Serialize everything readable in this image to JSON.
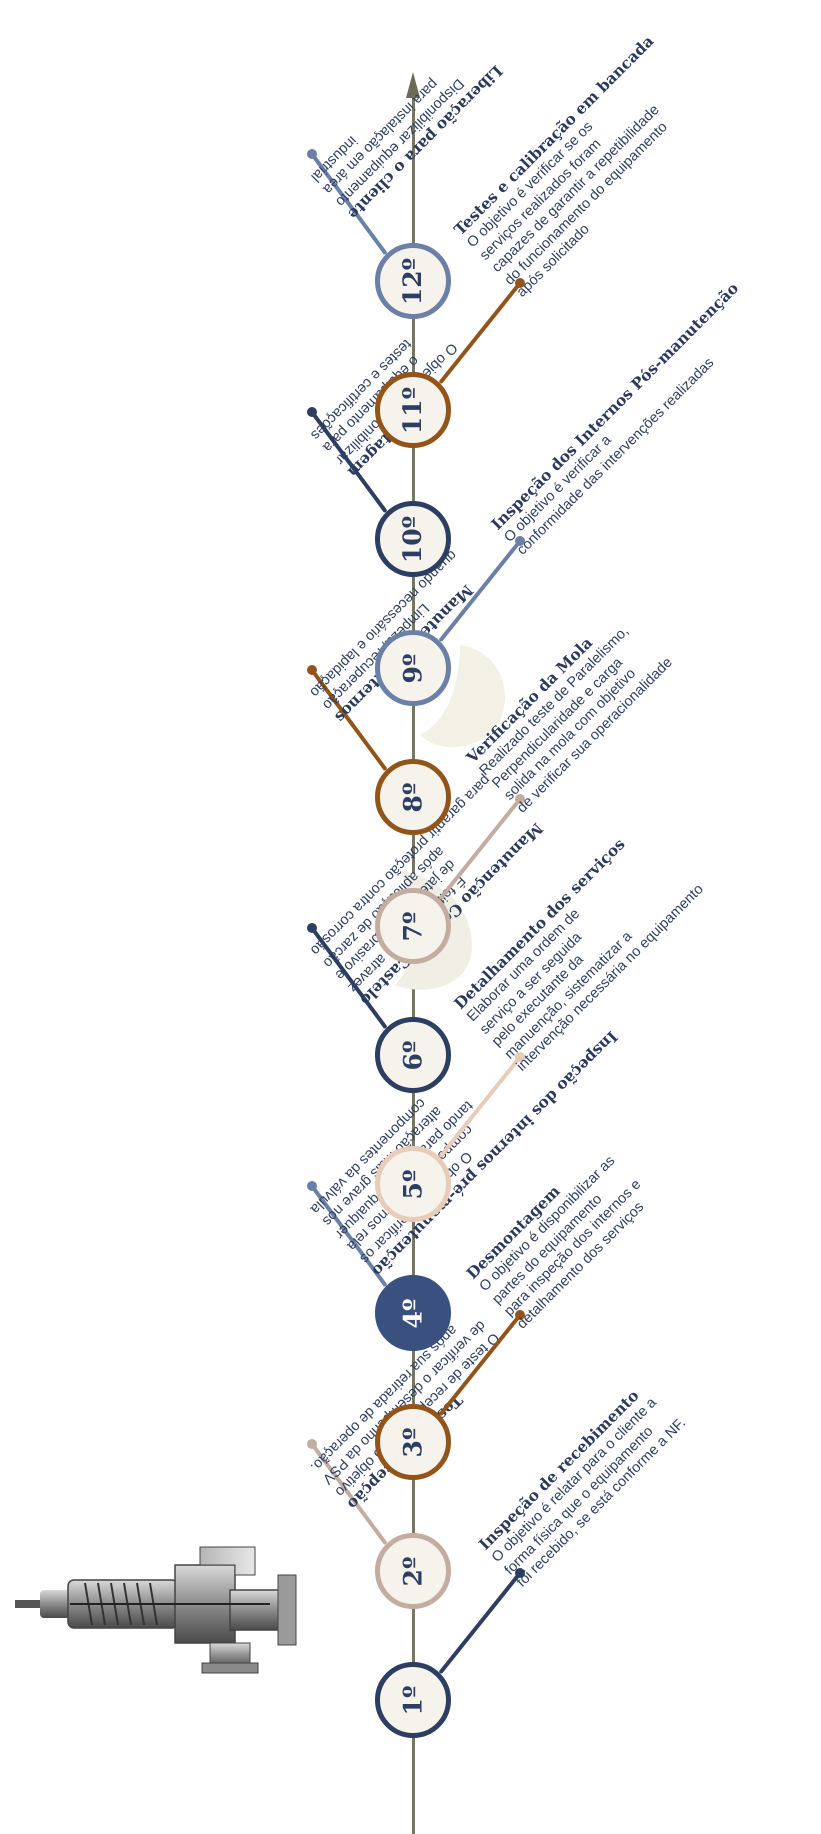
{
  "colors": {
    "navy": "#2d3e63",
    "slate": "#6a80a6",
    "brown": "#93541a",
    "taupe": "#c2ada0",
    "peach": "#e8ccb8",
    "filled_navy": "#3a5180",
    "axis": "#77765f"
  },
  "steps": [
    {
      "label": "1º",
      "title": "Inspeção de recebimento",
      "desc": "O objetivo é relatar para o cliente a\nforma física que o equipamento\nfoi recebido, se está conforme a NF.",
      "side": "right",
      "color": "#2d3e63",
      "filled": false
    },
    {
      "label": "2º",
      "title": "Teste de recepção",
      "desc": "O teste de recepção tem o objetivo\nde verificar o desempenho da PSV\napós sua retirada de operação.",
      "side": "left",
      "color": "#c2ada0",
      "filled": false
    },
    {
      "label": "3º",
      "title": "Desmontagem",
      "desc": "O objetivo é disponibilizar as\npartes do equipamento\npara inspeção dos internos e\ndetalhamento dos serviços",
      "side": "right",
      "color": "#93541a",
      "filled": false
    },
    {
      "label": "4º",
      "title": "Inspeção dos internos pré-manutenção",
      "desc": "O objetivo é verificar os\ncomponentes internos rela\ntando para o cliente qualquer\nalteração mais grave nos\ncomponentes da válvula",
      "side": "left",
      "color": "#6a80a6",
      "filled": true
    },
    {
      "label": "5º",
      "title": "Detalhamento dos serviços",
      "desc": "Elaborar uma ordem de\nserviço a ser seguida\npelo executante da\nmanuenção, sistematizar a\nintervenção necessária no equipamento",
      "side": "right",
      "color": "#e8ccb8",
      "filled": false
    },
    {
      "label": "6º",
      "title": "Manutenção Corpo e Castelo",
      "desc": "É feito a limpeza atravez\nde jateamento abrasivo e\napós aplicação de zarcão\npara garantir proteção contra corrosão",
      "side": "left",
      "color": "#2d3e63",
      "filled": false
    },
    {
      "label": "7º",
      "title": "Verificação da Mola",
      "desc": "Realizado teste de Paralelismo,\nPerpendicularidade e carga\nsolida na mola com objetivo\nde verificar sua operacionalidade",
      "side": "right",
      "color": "#c2ada0",
      "filled": false
    },
    {
      "label": "8º",
      "title": "Manutenção Internos",
      "desc": "Limpeza, recuperação\nquando necessário e lapidação",
      "side": "left",
      "color": "#93541a",
      "filled": false
    },
    {
      "label": "9º",
      "title": "Inspeção dos Internos Pós-manutenção",
      "desc": "O objetivo é verificar a\nconformidade das intervenções realizadas",
      "side": "right",
      "color": "#6a80a6",
      "filled": false
    },
    {
      "label": "10º",
      "title": "Montagem",
      "desc": "O objetivo é disponibilizar\no equipamento para\ntestes e certificações",
      "side": "left",
      "color": "#2d3e63",
      "filled": false
    },
    {
      "label": "11º",
      "title": "Testes e calibração em bancada",
      "desc": "O objetivo é verificar se os\nserviços realizados foram\ncapazes de garantir a repetibilidade\ndo funcionamento do equipamento\napós solicitado",
      "side": "right",
      "color": "#93541a",
      "filled": false
    },
    {
      "label": "12º",
      "title": "Liberação para o cliente",
      "desc": "Disponibilizar equipamento\npara instalação em área\nindustrial",
      "side": "left",
      "color": "#6a80a6",
      "filled": false
    }
  ]
}
